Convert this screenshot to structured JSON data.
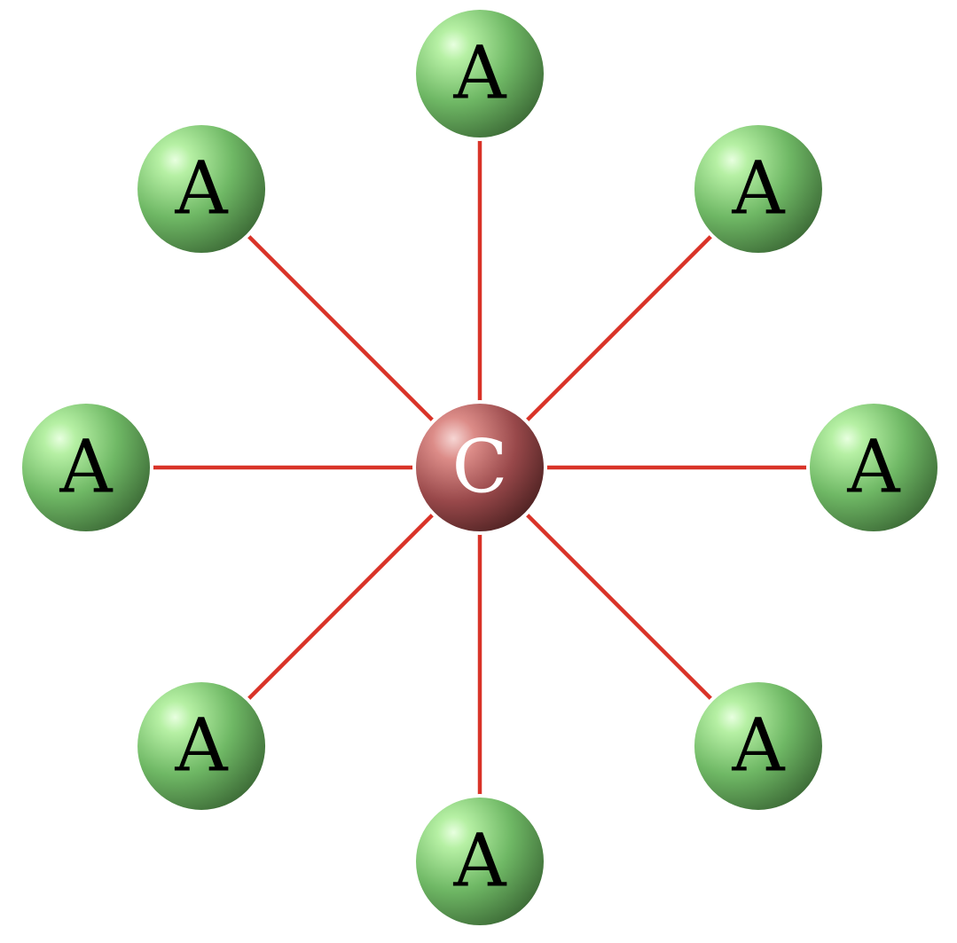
{
  "center": {
    "label": "C",
    "color": "#9b4a48",
    "text_color": "#ffffff"
  },
  "outer": {
    "label": "A",
    "count": 8,
    "color": "#5fa857",
    "text_color": "#000000"
  },
  "bond_color": "#d93328",
  "nodes": [
    {
      "label": "A",
      "angle_deg": 90
    },
    {
      "label": "A",
      "angle_deg": 45
    },
    {
      "label": "A",
      "angle_deg": 0
    },
    {
      "label": "A",
      "angle_deg": -45
    },
    {
      "label": "A",
      "angle_deg": -90
    },
    {
      "label": "A",
      "angle_deg": -135
    },
    {
      "label": "A",
      "angle_deg": 180
    },
    {
      "label": "A",
      "angle_deg": 135
    }
  ]
}
